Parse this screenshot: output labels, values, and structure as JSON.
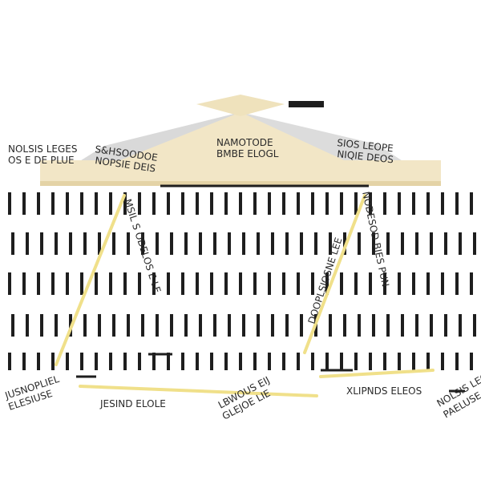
{
  "scene": {
    "subject": "gazebo-dimension-diagram",
    "colors": {
      "canopy": "#f2e6c6",
      "canopy_shade": "#e4d3a6",
      "roof_panel": "#d8d8d8",
      "frame": "#1e1e1e",
      "dim_line": "#f0e08a",
      "background": "#ffffff"
    }
  },
  "labels": {
    "top_left": [
      "NOLSIS LEGES",
      "OS E DE PLUE"
    ],
    "top_center_left": [
      "S&HSOODOE",
      "NOPSIE DEIS"
    ],
    "top_center": [
      "NAMOTODE",
      "BMBE ELOGL"
    ],
    "top_right": [
      "SIOS LEOPE",
      "NIQIE DEOS"
    ],
    "left_vertical": "MSIL S ODELOS E LE",
    "center_vertical": "DOOPLSIOSNE LEE",
    "right_vertical": "NODESOD BIES PUN",
    "bottom_left_a": [
      "JUSNOPLIEL",
      "ELESIUSE"
    ],
    "bottom_left_b": "JESIND ELOLE",
    "bottom_center": [
      "LBWOUS EIJ",
      "GLEJOE LIE"
    ],
    "bottom_right_a": "XLIPNDS ELEOS",
    "bottom_right_b": [
      "NOLSIS LEGES",
      "PAELUSE"
    ]
  }
}
